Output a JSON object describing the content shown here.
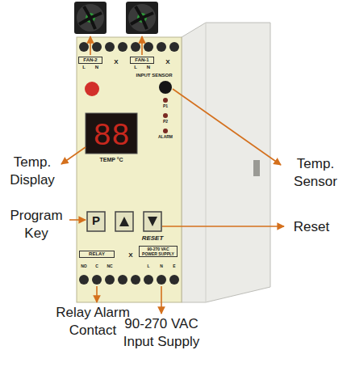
{
  "diagram": {
    "labels": [
      "FAN-2",
      "L",
      "N",
      "X",
      "FAN-1",
      "L",
      "N",
      "X",
      "INPUT SENSOR",
      "P1",
      "P2",
      "ALARM",
      "88",
      "TEMP °C",
      "P",
      "RESET",
      "RELAY",
      "X",
      "90-270 VAC POWER SUPPLY",
      "NO",
      "C",
      "NC",
      "L",
      "N",
      "E",
      "Temp. Display",
      "Program Key",
      "Temp. Sensor",
      "Reset",
      "Relay Alarm Contact",
      "90-270 VAC Input Supply"
    ]
  }
}
